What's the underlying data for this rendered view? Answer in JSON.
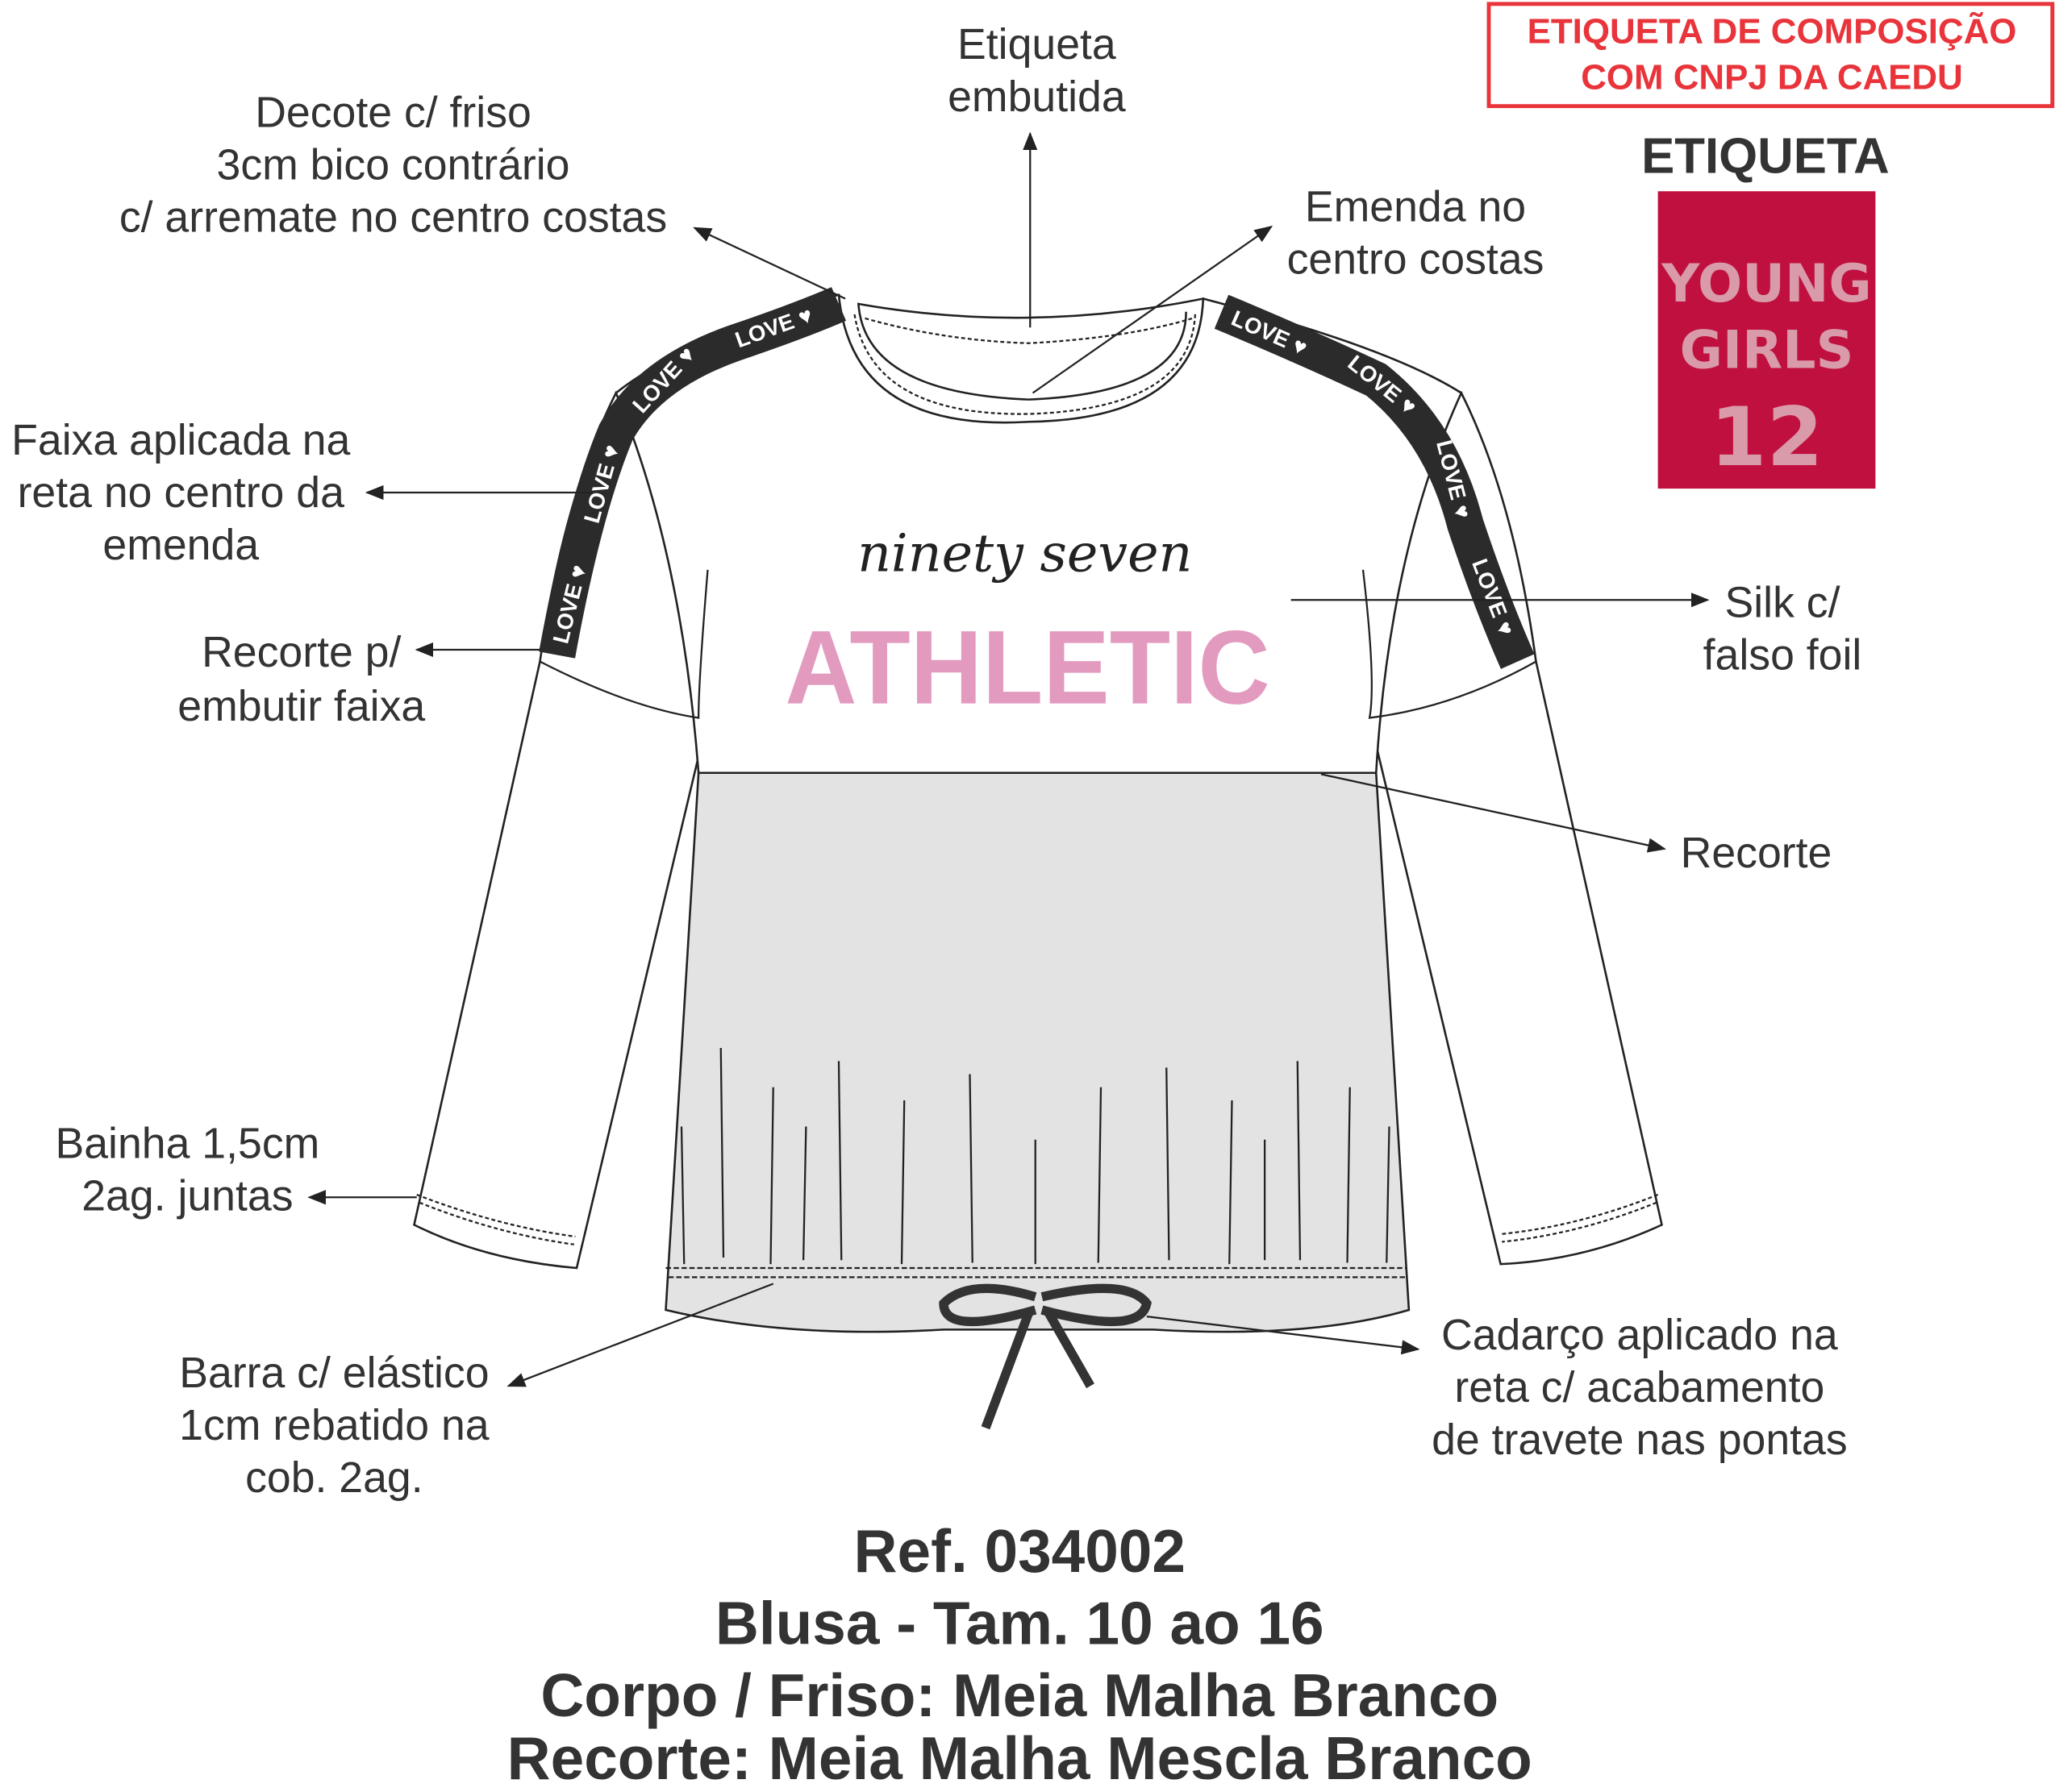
{
  "annotations": {
    "etiqueta_embutida": [
      "Etiqueta",
      "embutida"
    ],
    "decote": [
      "Decote c/ friso",
      "3cm bico contrário",
      "c/ arremate no centro costas"
    ],
    "emenda": [
      "Emenda no",
      "centro costas"
    ],
    "faixa": [
      "Faixa aplicada na",
      "reta no centro da",
      "emenda"
    ],
    "recorte_faixa": [
      "Recorte p/",
      "embutir faixa"
    ],
    "silk": [
      "Silk c/",
      "falso foil"
    ],
    "recorte": [
      "Recorte"
    ],
    "bainha": [
      "Bainha 1,5cm",
      "2ag. juntas"
    ],
    "barra": [
      "Barra c/ elástico",
      "1cm rebatido na",
      "cob. 2ag."
    ],
    "cadarco": [
      "Cadarço aplicado na",
      "reta c/ acabamento",
      "de travete nas pontas"
    ]
  },
  "composition_box": [
    "ETIQUETA DE COMPOSIÇÃO",
    "COM CNPJ DA CAEDU"
  ],
  "label": {
    "title": "ETIQUETA",
    "lines": [
      "YOUNG",
      "GIRLS",
      "12"
    ]
  },
  "print": {
    "script": "ninety seven",
    "main": "ATHLETIC"
  },
  "tape_text": "LOVE ♥ LOVE ♥ LOVE ♥ LOVE ♥ LOVE ♥ LOVE ♥ LOVE ♥ LOVE",
  "footer": [
    "Ref. 034002",
    "Blusa - Tam. 10 ao 16",
    "Corpo / Friso: Meia Malha Branco",
    "Recorte: Meia Malha Mescla Branco"
  ],
  "colors": {
    "red": "#e8343a",
    "label_bg": "#c0103f",
    "print_pink": "#e39abf",
    "mescla": "#e3e3e3",
    "tape": "#2b2b2b"
  }
}
